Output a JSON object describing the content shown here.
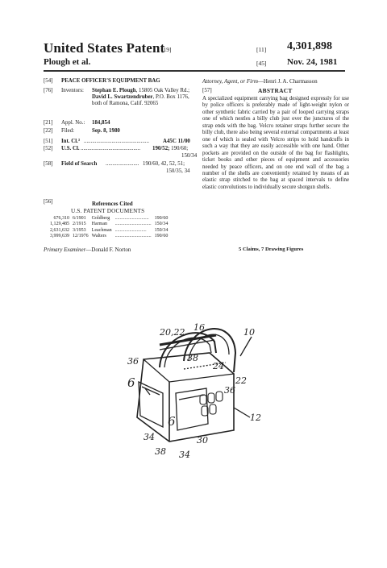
{
  "header": {
    "title": "United States Patent",
    "code19": "[19]",
    "code11": "[11]",
    "patent_number": "4,301,898",
    "inventors_short": "Plough et al.",
    "code45": "[45]",
    "date": "Nov. 24, 1981"
  },
  "left": {
    "code54": "[54]",
    "title_field": "PEACE OFFICER'S EQUIPMENT BAG",
    "code76": "[76]",
    "inventors_label": "Inventors:",
    "inventor1_name": "Stephan E. Plough",
    "inventor1_addr": ", 15805 Oak Valley Rd.;",
    "inventor2_name": "David L. Swartzendruber",
    "inventor2_addr": ", P.O. Box 1176, both of Ramona, Calif. 92065",
    "code21": "[21]",
    "appl_label": "Appl. No.:",
    "appl_value": "184,854",
    "code22": "[22]",
    "filed_label": "Filed:",
    "filed_value": "Sep. 8, 1980",
    "code51": "[51]",
    "intcl_label": "Int. Cl.³",
    "intcl_dots": "...............................................",
    "intcl_value": "A45C 11/00",
    "code52": "[52]",
    "uscl_label": "U.S. Cl.",
    "uscl_dots": "...........................................",
    "uscl_value": "190/52;",
    "uscl_value2": " 190/60;",
    "uscl_value3": "150/34",
    "code58": "[58]",
    "search_label": "Field of Search",
    "search_dots": "........................",
    "search_value": "190/60, 42, 52, 51;",
    "search_value2": "150/35, 34",
    "code56": "[56]",
    "refs_head": "References Cited",
    "us_docs": "U.S. PATENT DOCUMENTS",
    "refs": [
      {
        "no": "676,310",
        "date": "6/1901",
        "name": "Goldberg",
        "dots": "............................",
        "cls": "190/60"
      },
      {
        "no": "1,129,485",
        "date": "2/1915",
        "name": "Harman",
        "dots": "..............................",
        "cls": "150/34"
      },
      {
        "no": "2,631,632",
        "date": "3/1953",
        "name": "Leachman",
        "dots": "..........................",
        "cls": "150/34"
      },
      {
        "no": "3,999,639",
        "date": "12/1976",
        "name": "Walters",
        "dots": "..............................",
        "cls": "190/60"
      }
    ],
    "examiner_label": "Primary Examiner",
    "examiner_value": "—Donald F. Norton"
  },
  "right": {
    "attorney_label": "Attorney, Agent, or Firm",
    "attorney_value": "—Henri J. A. Charmasson",
    "code57": "[57]",
    "abstract_head": "ABSTRACT",
    "abstract": "A specialized equipment carrying bag designed expressly for use by police officers is preferably made of light-weight nylon or other synthetic fabric carried by a pair of looped carrying straps one of which nestles a billy club just over the junctures of the strap ends with the bag. Velcro retainer straps further secure the billy club, there also being several external compartments at least one of which is sealed with Velcro strips to hold handcuffs in such a way that they are easily accessible with one hand. Other pockets are provided on the outside of the bag for flashlights, ticket books and other pieces of equipment and accessories needed by peace officers, and on one end wall of the bag a number of the shells are conveniently retained by means of an elastic strap stitched to the bag at spaced intervals to define elastic convolutions to individually secure shotgun shells.",
    "claims": "5 Claims, 7 Drawing Figures"
  },
  "drawing": {
    "labels": {
      "l10": "10",
      "l2022": "20,22",
      "l16": "16",
      "l36a": "36",
      "l38": "38",
      "l6a": "6",
      "l24": "24",
      "l22": "22",
      "l36b": "36",
      "l12": "12",
      "l6b": "6",
      "l34": "34",
      "l30": "30",
      "l38b": "38",
      "l34b": "34"
    }
  }
}
